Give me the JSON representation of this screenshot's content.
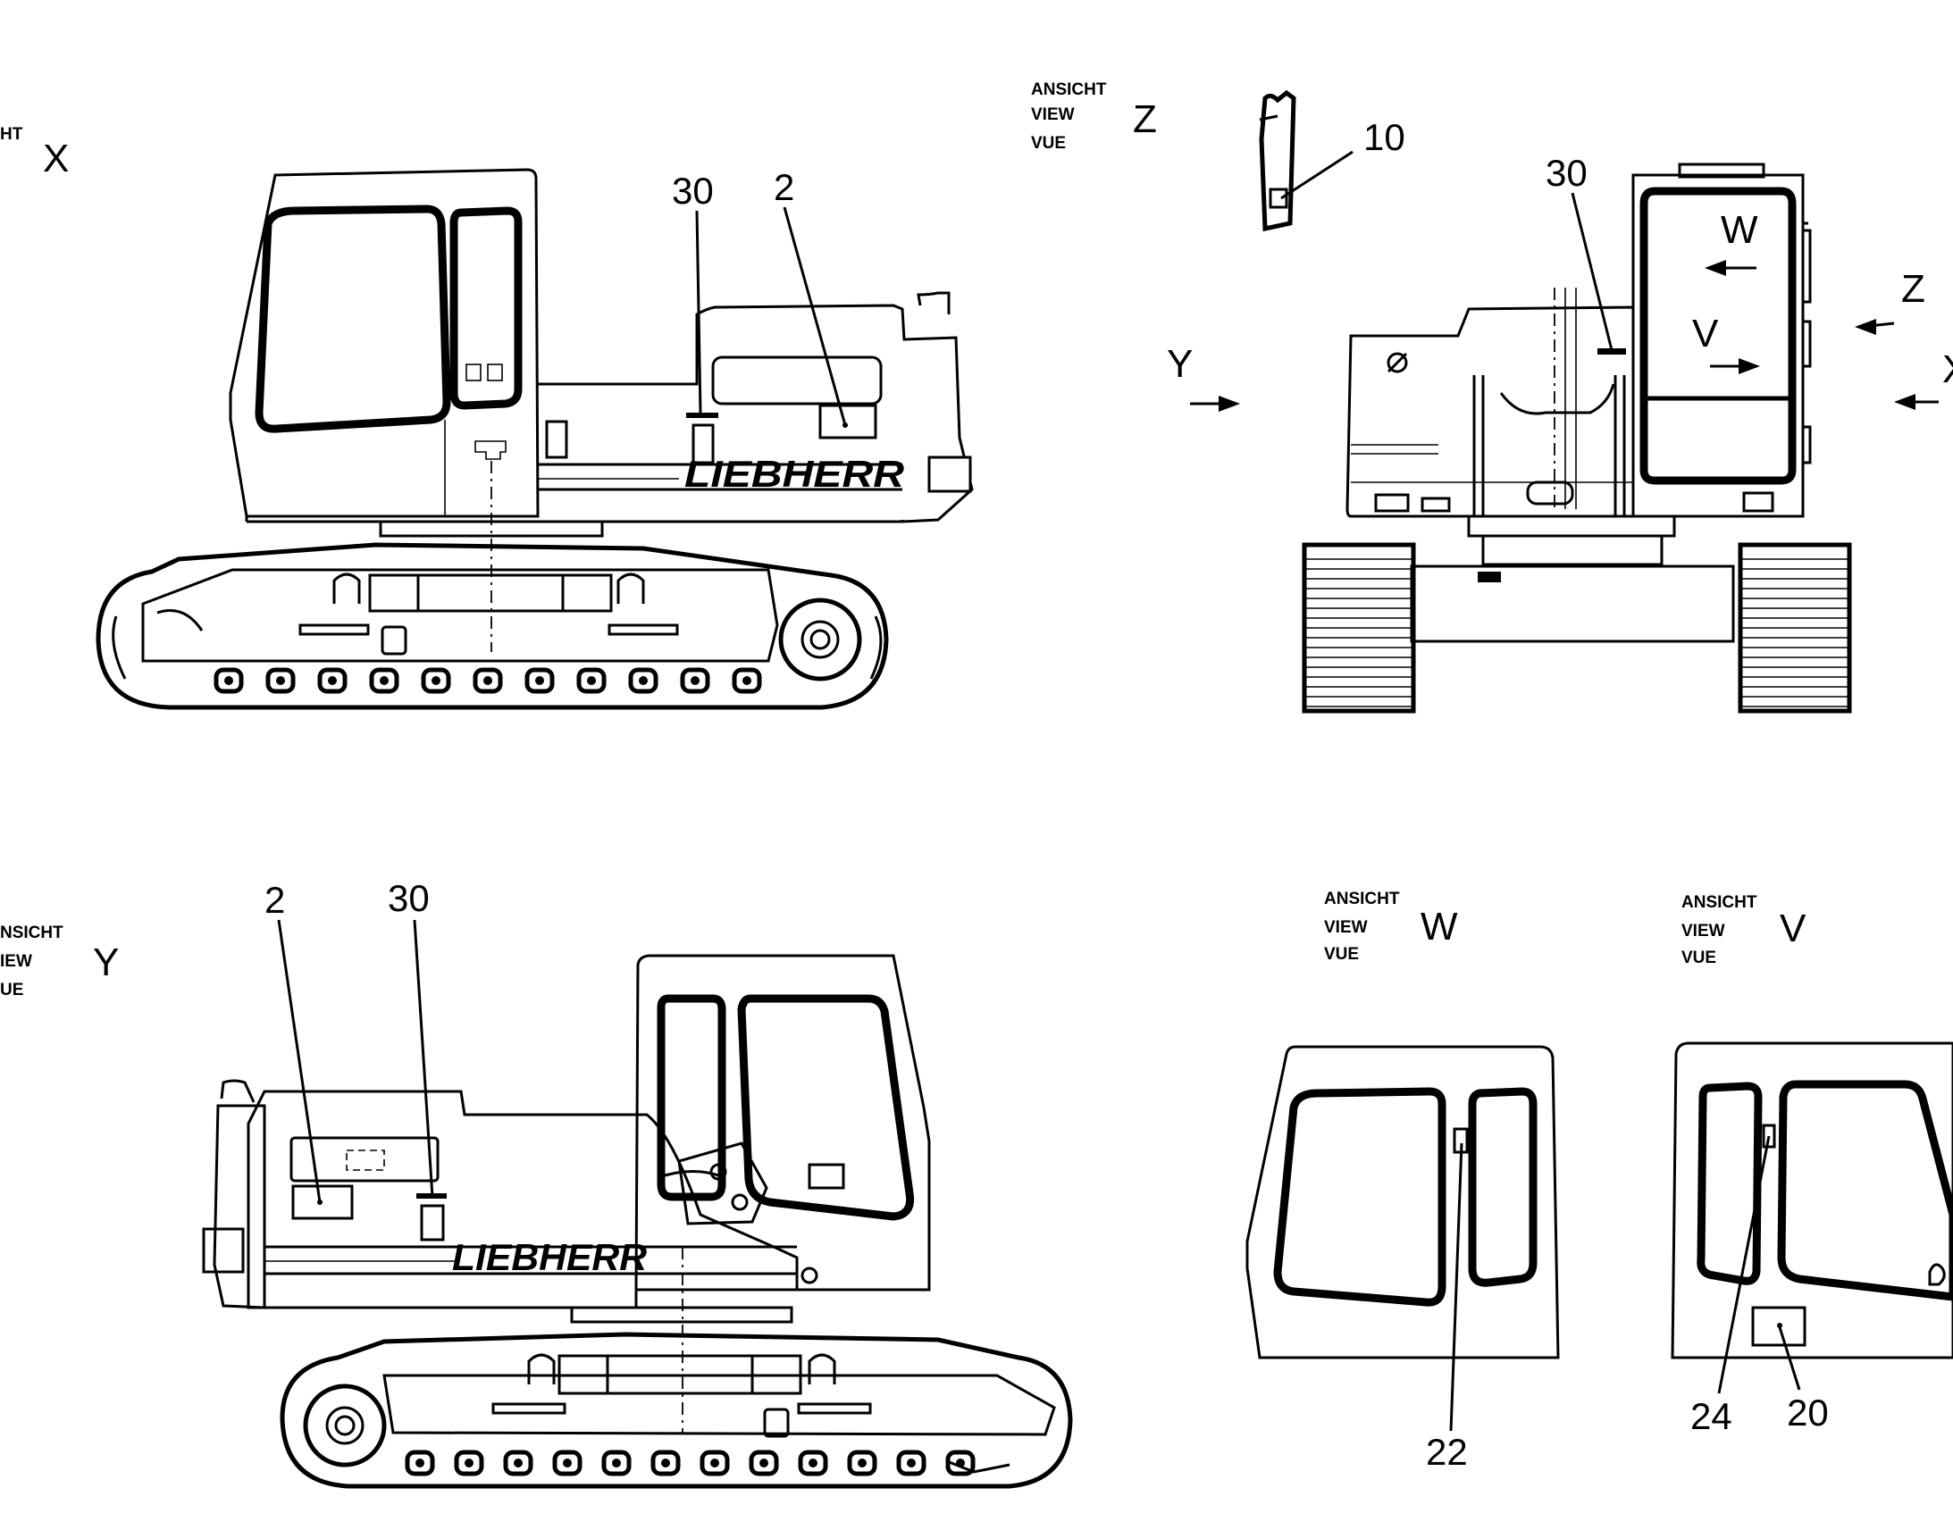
{
  "views": {
    "x": {
      "caption": [
        "HT"
      ],
      "letter": "X",
      "brand": "LIEBHERR",
      "callouts": [
        "30",
        "2"
      ]
    },
    "z": {
      "caption": [
        "ANSICHT",
        "VIEW",
        "VUE"
      ],
      "letter": "Z",
      "callouts": [
        "10",
        "30"
      ],
      "arrows": [
        "W",
        "V",
        "Z",
        "X",
        "Y"
      ]
    },
    "y": {
      "caption": [
        "NSICHT",
        "IEW",
        "UE"
      ],
      "letter": "Y",
      "brand": "LIEBHERR",
      "callouts": [
        "2",
        "30"
      ]
    },
    "w": {
      "caption": [
        "ANSICHT",
        "VIEW",
        "VUE"
      ],
      "letter": "W",
      "callouts": [
        "22"
      ]
    },
    "v": {
      "caption": [
        "ANSICHT",
        "VIEW",
        "VUE"
      ],
      "letter": "V",
      "callouts": [
        "24",
        "20"
      ]
    }
  }
}
